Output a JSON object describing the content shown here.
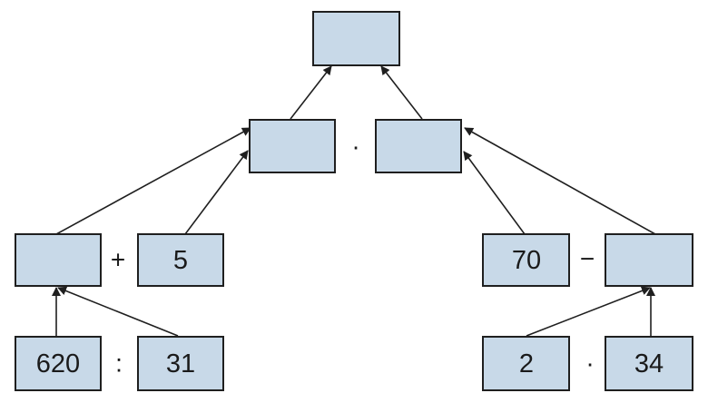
{
  "diagram": {
    "boxes": {
      "top": "",
      "mid_left": "",
      "mid_right": "",
      "left_result": "",
      "left_addend": "5",
      "right_minuend": "70",
      "right_subtrahend": "",
      "dividend": "620",
      "divisor": "31",
      "factor_a": "2",
      "factor_b": "34"
    },
    "operators": {
      "mid_multiply": "·",
      "left_plus": "+",
      "right_minus": "−",
      "divide": ":",
      "bottom_multiply": "·"
    }
  },
  "colors": {
    "box_fill": "#c8d9e8",
    "box_stroke": "#1f1f1f",
    "arrow": "#1f1f1f"
  }
}
